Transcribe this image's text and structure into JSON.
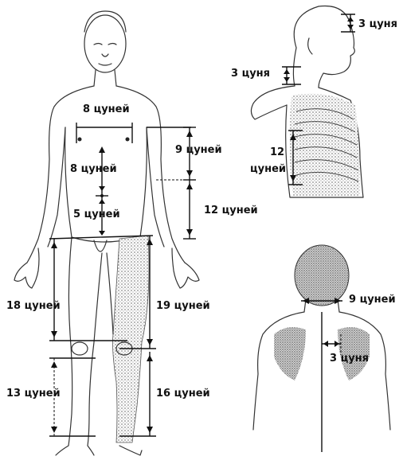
{
  "labels": {
    "chest_width": "8 цуней",
    "upper_abdomen": "8 цуней",
    "lower_abdomen": "5 цуней",
    "axilla_to_rib": "9 цуней",
    "rib_to_iliac": "12 цуней",
    "thigh_inner": "18 цуней",
    "thigh_outer": "19 цуней",
    "shin_inner": "13 цуней",
    "shin_outer": "16 цуней",
    "forehead": "3 цуня",
    "neck": "3 цуня",
    "ribs_side_num": "12",
    "ribs_side_unit": "цуней",
    "back_shoulders": "9 цуней",
    "back_spine": "3 цуня"
  },
  "colors": {
    "ink": "#111111",
    "outline": "#333333",
    "stipple": "#9a9a9a"
  }
}
